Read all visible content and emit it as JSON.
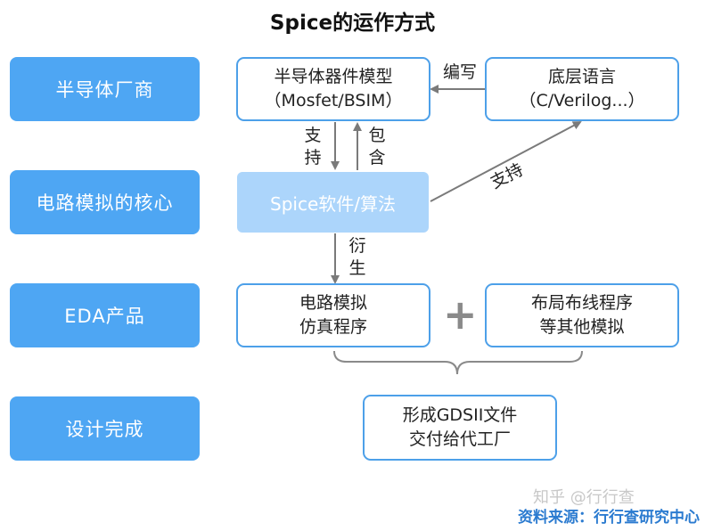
{
  "title": "Spice的运作方式",
  "stages": [
    "半导体厂商",
    "电路模拟的核心",
    "EDA产品",
    "设计完成"
  ],
  "boxes": {
    "device_model": {
      "line1": "半导体器件模型",
      "line2": "（Mosfet/BSIM）"
    },
    "low_level_lang": {
      "line1": "底层语言",
      "line2": "（C/Verilog...）"
    },
    "spice": {
      "label": "Spice软件/算法"
    },
    "circuit_sim": {
      "line1": "电路模拟",
      "line2": "仿真程序"
    },
    "layout": {
      "line1": "布局布线程序",
      "line2": "等其他模拟"
    },
    "gdsii": {
      "line1": "形成GDSII文件",
      "line2": "交付给代工厂"
    }
  },
  "edge_labels": {
    "write": "编写",
    "support_down": [
      "支",
      "持"
    ],
    "contain_up": [
      "包",
      "含"
    ],
    "support_diag": "支持",
    "derive": [
      "衍",
      "生"
    ]
  },
  "plus": "+",
  "watermark": "知乎 @行行查",
  "source": "资料来源：行行查研究中心",
  "colors": {
    "stage_fill": "#4ea6f3",
    "box_border": "#4da0e9",
    "spice_fill": "#acd5fb",
    "arrow": "#7a7a7a",
    "source_text": "#2b7bd0"
  }
}
